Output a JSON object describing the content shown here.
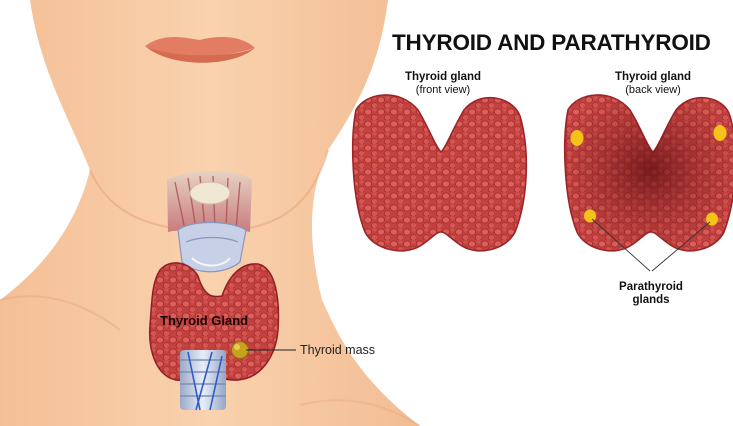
{
  "title": "THYROID AND PARATHYROID",
  "front_view": {
    "name": "Thyroid gland",
    "view": "(front view)"
  },
  "back_view": {
    "name": "Thyroid gland",
    "view": "(back view)"
  },
  "parathyroid_label": {
    "line1": "Parathyroid",
    "line2": "glands"
  },
  "neck_labels": {
    "gland": "Thyroid Gland",
    "mass": "Thyroid mass"
  },
  "colors": {
    "skin": "#f7cba4",
    "skin_shadow": "#e9a77d",
    "lips": "#e27d63",
    "thyroid": "#c3413f",
    "thyroid_dark": "#8f1f22",
    "parathyroid": "#f5c218",
    "mass": "#c9a21d"
  },
  "icons": [
    "neck-illustration",
    "larynx-illustration",
    "trachea-illustration"
  ]
}
